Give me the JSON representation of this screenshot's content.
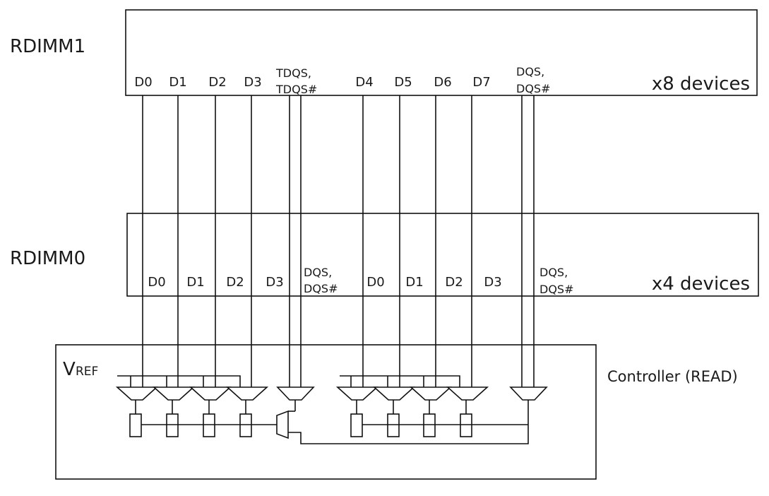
{
  "rdimm1": {
    "label": "RDIMM1",
    "device_type": "x8 devices",
    "pins": [
      {
        "text": "D0"
      },
      {
        "text": "D1"
      },
      {
        "text": "D2"
      },
      {
        "text": "D3"
      },
      {
        "text": "TDQS,",
        "text2": "TDQS#"
      },
      {
        "text": "D4"
      },
      {
        "text": "D5"
      },
      {
        "text": "D6"
      },
      {
        "text": "D7"
      },
      {
        "text": "DQS,",
        "text2": "DQS#"
      }
    ]
  },
  "rdimm0": {
    "label": "RDIMM0",
    "device_type": "x4 devices",
    "pins": [
      {
        "text": "D0"
      },
      {
        "text": "D1"
      },
      {
        "text": "D2"
      },
      {
        "text": "D3"
      },
      {
        "text": "DQS,",
        "text2": "DQS#"
      },
      {
        "text": "D0"
      },
      {
        "text": "D1"
      },
      {
        "text": "D2"
      },
      {
        "text": "D3"
      },
      {
        "text": "DQS,",
        "text2": "DQS#"
      }
    ]
  },
  "controller": {
    "label": "Controller (READ)",
    "vref_main": "V",
    "vref_sub": "REF"
  }
}
